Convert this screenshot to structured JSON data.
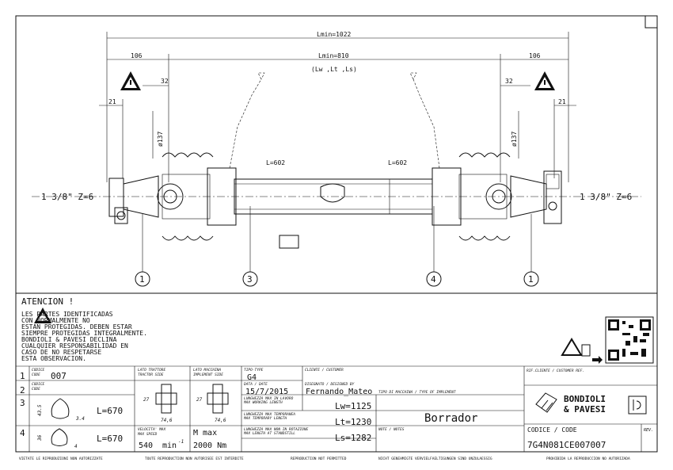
{
  "dimensions": {
    "lmin_total": "Lmin=1022",
    "lmin_inner": "Lmin=810",
    "lengths_note": "(Lw ,Lt ,Ls)",
    "left_offset": "106",
    "right_offset": "106",
    "left_32": "32",
    "right_32": "32",
    "left_21": "21",
    "right_21": "21",
    "left_diameter": "ø137",
    "right_diameter": "ø137",
    "tube_left_length": "L=602",
    "tube_right_length": "L=602",
    "left_spline": "1 3/8\" Z=6",
    "right_spline": "1 3/8\" Z=6"
  },
  "balloons": [
    "1",
    "3",
    "4",
    "1"
  ],
  "warning": {
    "title": "ATENCION !",
    "lines": [
      "LES       PARTES IDENTIFICADAS",
      "CON       NORMALMENTE NO",
      "ESTAN PROTEGIDAS. DEBEN ESTAR",
      "SIEMPRE PROTEGIDAS INTEGRALMENTE.",
      "BONDIOLI & PAVESI DECLINA",
      "CUALQUIER RESPONSABILIDAD EN",
      "CASO DE NO RESPETARSE",
      "ESTA OBSERVACION."
    ]
  },
  "parts": [
    {
      "num": "1",
      "label": "CODICE\nCODE",
      "label1": "CODICE",
      "label2": "CODE",
      "value": "007"
    },
    {
      "num": "2",
      "label1": "CODICE",
      "label2": "CODE",
      "value": ""
    },
    {
      "num": "3",
      "height": "43.5",
      "thickness": "3.4",
      "length": "L=670"
    },
    {
      "num": "4",
      "height": "36",
      "thickness": "4",
      "length": "L=670"
    }
  ],
  "tractor_side": {
    "label1": "LATO TRATTORE",
    "label2": "TRACTOR SIDE",
    "a": "27",
    "b": "74,6"
  },
  "implement_side": {
    "label1": "LATO MACCHINA",
    "label2": "IMPLEMENT SIDE",
    "a": "27",
    "b": "74,6"
  },
  "speed": {
    "label1": "VELOCITA' MAX",
    "label2": "MAX SPEED",
    "value": "540",
    "unit": "min",
    "exp": "-1"
  },
  "torque": {
    "label": "M max",
    "value": "2000 Nm"
  },
  "type": {
    "label": "TIPO-TYPE",
    "value": "G4"
  },
  "customer": {
    "label": "CLIENTE / CUSTOMER",
    "value": ""
  },
  "date": {
    "label": "DATA / DATE",
    "value": "15/7/2015"
  },
  "designer": {
    "label": "DISEGNATO / DESIGNED BY",
    "value": "Fernando_Mateo"
  },
  "implement_type": {
    "label": "TIPO DI MACCHINA / TYPE OF IMPLEMENT",
    "value": "Borrador"
  },
  "lengths": [
    {
      "label1": "LUNGHEZZA MAX IN LAVORO",
      "label2": "MAX WORKING LENGTH",
      "value": "Lw=1125"
    },
    {
      "label1": "LUNGHEZZA MAX TEMPORANEA",
      "label2": "MAX TEMPORARY LENGTH",
      "value": "Lt=1230"
    },
    {
      "label1": "LUNGHEZZA MAX NON IN ROTAZIONE",
      "label2": "MAX LENGTH AT STANDSTILL",
      "value": "Ls=1282"
    }
  ],
  "notes": {
    "label": "NOTE / NOTES"
  },
  "customer_ref": {
    "label": "RIF.CLIENTE / CUSTOMER REF."
  },
  "logo": {
    "line1": "BONDIOLI",
    "line2": "& PAVESI"
  },
  "code": {
    "label": "CODICE / CODE",
    "value": "7G4N081CE007007",
    "rev_label": "REV."
  },
  "footer": [
    "VIETATE LE RIPRODUZIONI NON AUTORIZZATE",
    "TOUTE REPRODUCTION NON AUTORISEE EST INTERDITE",
    "REPRODUCTION NOT PERMITTED",
    "NICHT GENEHMIGTE VERVIELFAELTIGUNGEN SIND UNZULAESSIG",
    "PROHIBIDA LA REPRODUCCION NO AUTORIZADA"
  ]
}
